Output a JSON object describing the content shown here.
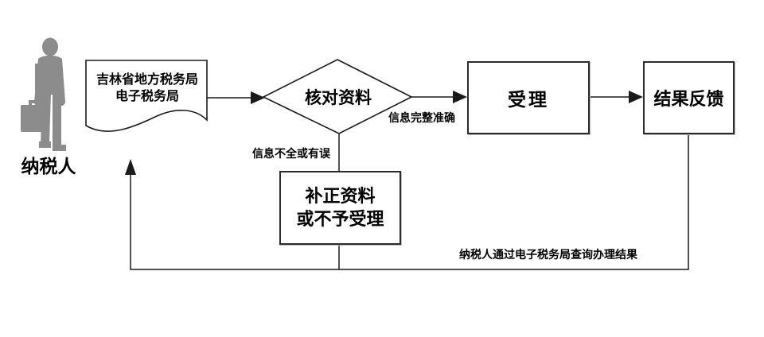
{
  "actor": {
    "label": "纳税人"
  },
  "nodes": {
    "portal": {
      "line1": "吉林省地方税务局",
      "line2": "电子税务局"
    },
    "check": {
      "label": "核对资料"
    },
    "accept": {
      "label": "受理"
    },
    "feedback": {
      "label": "结果反馈"
    },
    "correction": {
      "line1": "补正资料",
      "line2": "或不予受理"
    }
  },
  "edge_labels": {
    "complete": "信息完整准确",
    "incomplete": "信息不全或有误",
    "query": "纳税人通过电子税务局查询办理结果"
  },
  "icons": {
    "taxpayer_silhouette": "person-with-briefcase"
  },
  "colors": {
    "line": "#1a1a1a",
    "silhouette": "#8c8c8c",
    "box_border": "#2b2b2b",
    "background": "#ffffff",
    "text": "#000000"
  }
}
